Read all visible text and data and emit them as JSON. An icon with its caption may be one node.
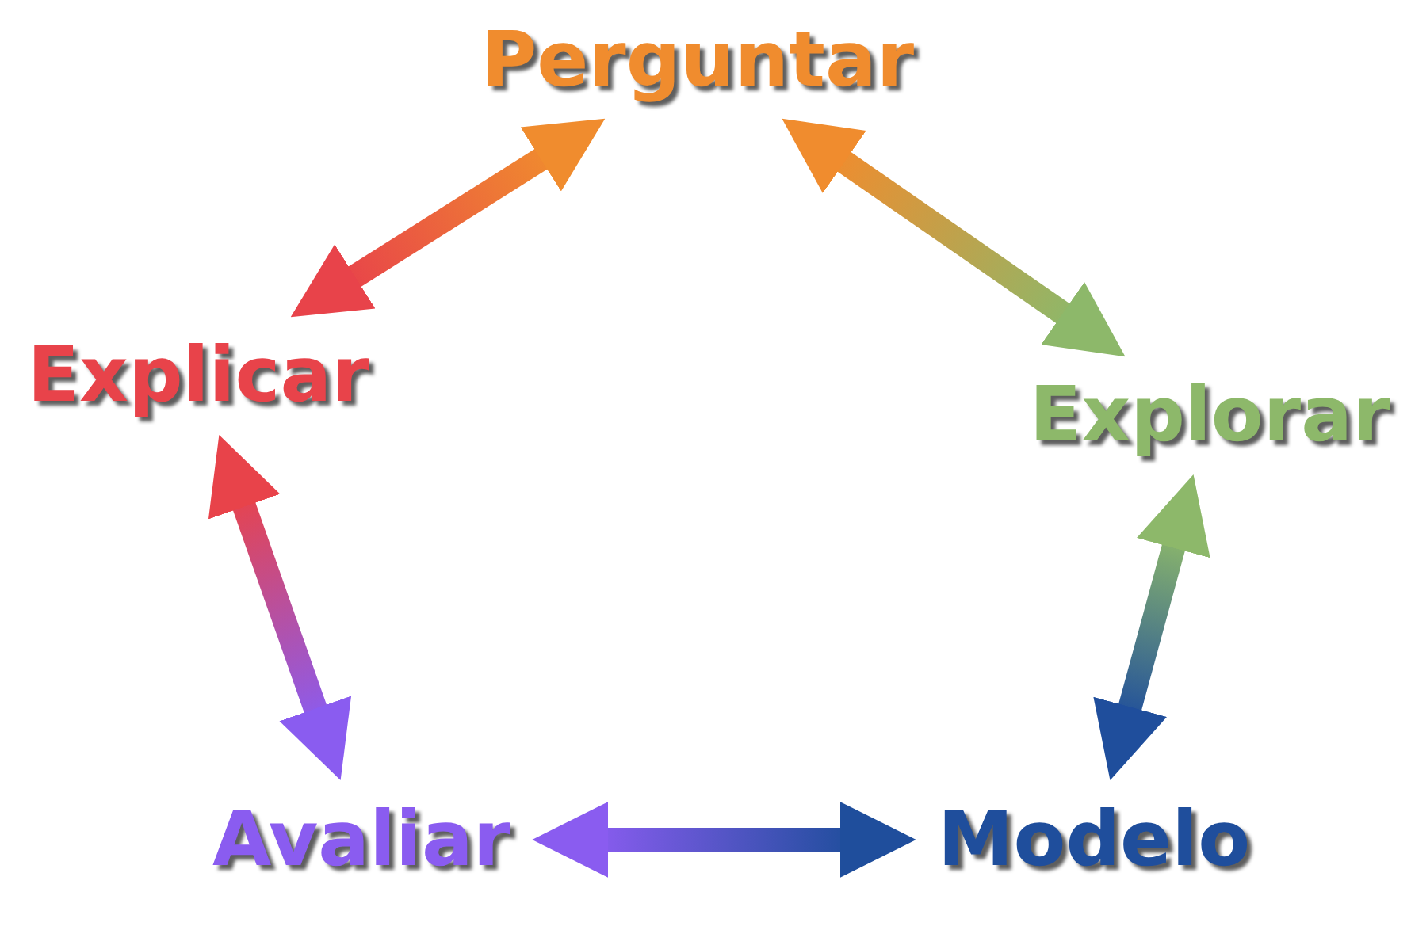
{
  "diagram": {
    "nodes": [
      {
        "text": [
          "Perguntar"
        ]
      },
      {
        "text": [
          "Explorar"
        ]
      },
      {
        "text": [
          "Modelo"
        ]
      },
      {
        "text": [
          "Avaliar"
        ]
      },
      {
        "text": [
          "Explicar"
        ]
      }
    ],
    "edges": [
      {
        "from": 0,
        "to": 1,
        "arrow": "both"
      },
      {
        "from": 1,
        "to": 2,
        "arrow": "both"
      },
      {
        "from": 2,
        "to": 3,
        "arrow": "both"
      },
      {
        "from": 3,
        "to": 4,
        "arrow": "both"
      },
      {
        "from": 4,
        "to": 0,
        "arrow": "both"
      }
    ]
  }
}
